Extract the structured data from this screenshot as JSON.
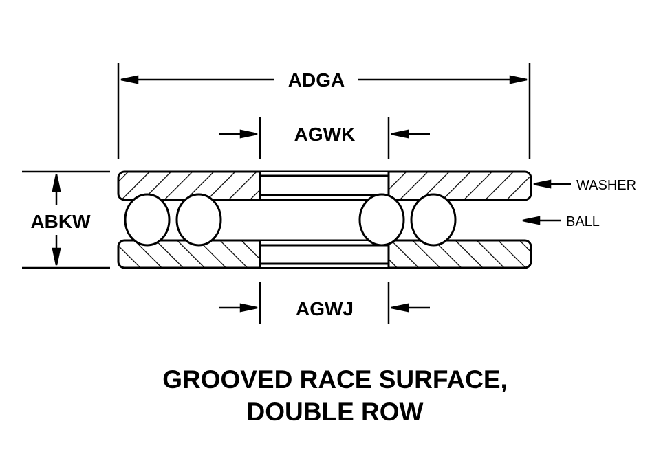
{
  "dimensions": {
    "overall_width": "ADGA",
    "top_bore": "AGWK",
    "bottom_bore": "AGWJ",
    "height": "ABKW"
  },
  "callouts": {
    "washer": "WASHER",
    "ball": "BALL"
  },
  "caption": {
    "line1": "GROOVED RACE SURFACE,",
    "line2": "DOUBLE ROW"
  }
}
